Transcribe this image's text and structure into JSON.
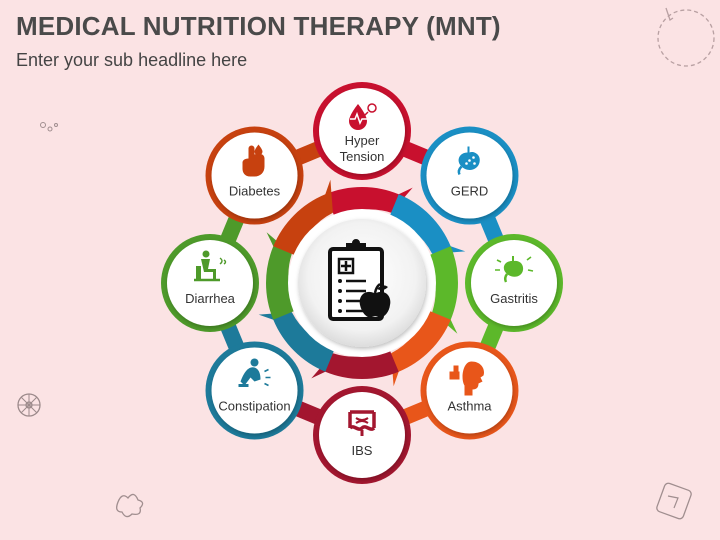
{
  "header": {
    "title": "MEDICAL NUTRITION THERAPY (MNT)",
    "subtitle": "Enter your sub headline here"
  },
  "center": {
    "icon": "clipboard-apple-icon"
  },
  "nodes": [
    {
      "id": "hypertension",
      "lines": [
        "Hyper",
        "Tension"
      ],
      "color": "#c8102e",
      "icon": "blood-drop-icon"
    },
    {
      "id": "gerd",
      "lines": [
        "GERD"
      ],
      "color": "#1a8fc4",
      "icon": "stomach-icon"
    },
    {
      "id": "gastritis",
      "lines": [
        "Gastritis"
      ],
      "color": "#5cb82a",
      "icon": "inflamed-stomach-icon"
    },
    {
      "id": "asthma",
      "lines": [
        "Asthma"
      ],
      "color": "#e8561a",
      "icon": "inhaler-icon"
    },
    {
      "id": "ibs",
      "lines": [
        "IBS"
      ],
      "color": "#a3162f",
      "icon": "intestine-icon"
    },
    {
      "id": "constipation",
      "lines": [
        "Constipation"
      ],
      "color": "#1d7a9a",
      "icon": "abdominal-pain-icon"
    },
    {
      "id": "diarrhea",
      "lines": [
        "Diarrhea"
      ],
      "color": "#4e9a2a",
      "icon": "toilet-person-icon"
    },
    {
      "id": "diabetes",
      "lines": [
        "Diabetes"
      ],
      "color": "#c7410f",
      "icon": "finger-prick-icon"
    }
  ]
}
